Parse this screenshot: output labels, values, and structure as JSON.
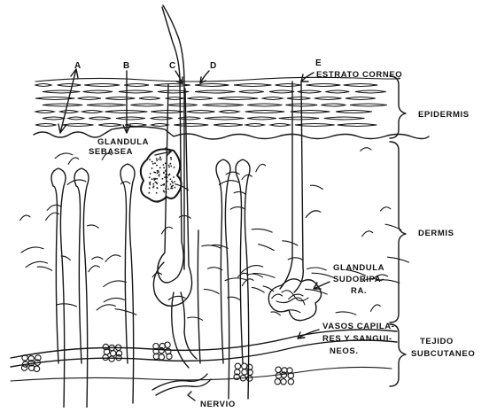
{
  "diagram": {
    "letters": {
      "a": "A",
      "b": "B",
      "c": "C",
      "d": "D",
      "e": "E"
    },
    "labels": {
      "estrato_corneo": "ESTRATO CORNEO",
      "epidermis": "EPIDERMIS",
      "glandula_sebasea_1": "GLANDULA",
      "glandula_sebasea_2": "SEBASEA",
      "dermis": "DERMIS",
      "glandula_sudoripara_1": "GLANDULA",
      "glandula_sudoripara_2": "SUDORIPA-",
      "glandula_sudoripara_3": "RA.",
      "vasos_1": "VASOS CAPILA-",
      "vasos_2": "RES Y SANGUI-",
      "vasos_3": "NEOS.",
      "tejido_1": "TEJIDO",
      "tejido_2": "SUBCUTANEO",
      "nervio": "NERVIO"
    }
  }
}
